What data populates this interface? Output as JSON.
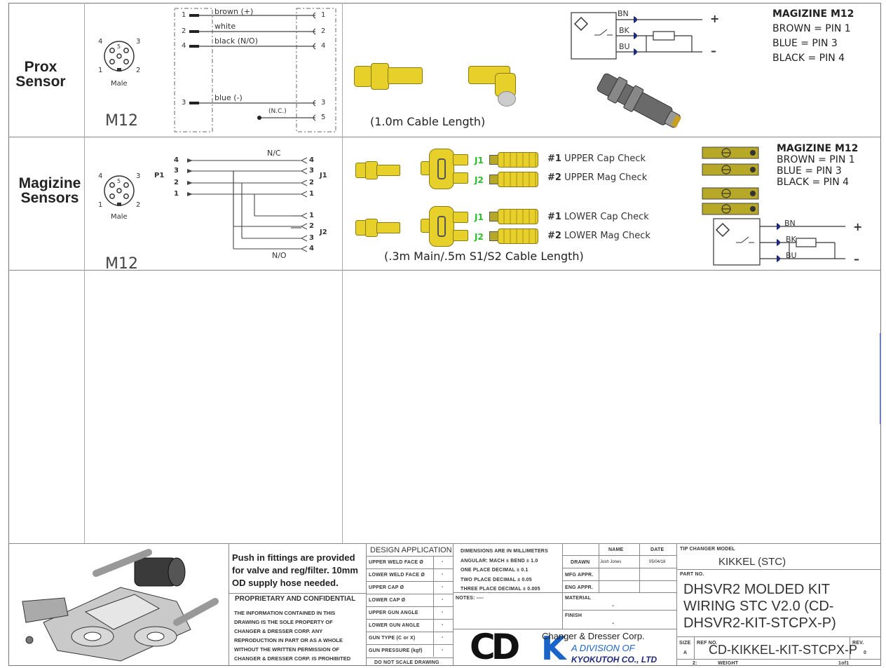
{
  "rows": {
    "prox": {
      "title_line1": "Prox",
      "title_line2": "Sensor",
      "connector_label": "M12",
      "male_label": "Male",
      "pin_numbers": [
        "4",
        "5",
        "3",
        "1",
        "2"
      ],
      "wires": [
        {
          "pin_left": "1",
          "name": "brown (+)",
          "pin_right": "1"
        },
        {
          "pin_left": "2",
          "name": "white",
          "pin_right": "2"
        },
        {
          "pin_left": "4",
          "name": "black   (N/O)",
          "pin_right": "4"
        },
        {
          "pin_left": "3",
          "name": "blue (-)",
          "pin_right": "3"
        },
        {
          "pin_left": "",
          "name": "(N.C.)",
          "pin_right": "5"
        }
      ],
      "cable_note": "(1.0m Cable Length)",
      "schematic": {
        "bn": "BN",
        "bk": "BK",
        "bu": "BU",
        "plus": "+",
        "minus": "–"
      },
      "legend": {
        "title": "MAGIZINE M12",
        "lines": [
          "BROWN = PIN 1",
          "BLUE = PIN 3",
          "BLACK = PIN 4"
        ]
      }
    },
    "mag": {
      "title_line1": "Magizine",
      "title_line2": "Sensors",
      "connector_label": "M12",
      "male_label": "Male",
      "pin_numbers": [
        "4",
        "5",
        "3",
        "1",
        "2"
      ],
      "p1": "P1",
      "j1": "J1",
      "j2": "J2",
      "nc": "N/C",
      "no": "N/O",
      "left_pins": [
        "4",
        "3",
        "2",
        "1"
      ],
      "j1_pins": [
        "4",
        "3",
        "2",
        "1"
      ],
      "j2_pins": [
        "1",
        "2",
        "3",
        "4"
      ],
      "checks": [
        {
          "num": "#1",
          "text": "UPPER Cap Check",
          "tag": "J1"
        },
        {
          "num": "#2",
          "text": "UPPER Mag Check",
          "tag": "J2"
        },
        {
          "num": "#1",
          "text": "LOWER Cap Check",
          "tag": "J1"
        },
        {
          "num": "#2",
          "text": "LOWER Mag Check",
          "tag": "J2"
        }
      ],
      "cable_note": "(.3m Main/.5m S1/S2 Cable Length)",
      "schematic": {
        "bn": "BN",
        "bk": "BK",
        "bu": "BU",
        "plus": "+",
        "minus": "–"
      },
      "legend": {
        "title": "MAGIZINE M12",
        "lines": [
          "BROWN = PIN 1",
          "BLUE = PIN 3",
          "BLACK = PIN 4"
        ]
      }
    }
  },
  "title_block": {
    "note_lines": [
      "Push in fittings are provided",
      "for valve and reg/filter. 10mm",
      "OD supply hose needed."
    ],
    "proprietary_title": "PROPRIETARY AND CONFIDENTIAL",
    "proprietary_lines": [
      "THE INFORMATION CONTAINED IN THIS",
      "DRAWING IS THE SOLE PROPERTY OF",
      "CHANGER & DRESSER CORP. ANY",
      "REPRODUCTION IN PART OR AS A WHOLE",
      "WITHOUT THE WRITTEN PERMISSION OF",
      "CHANGER & DRESSER CORP. IS PROHIBITED"
    ],
    "design_app_title": "DESIGN APPLICATION",
    "design_rows": [
      {
        "label": "UPPER WELD FACE Ø",
        "value": "-"
      },
      {
        "label": "LOWER WELD FACE Ø",
        "value": "-"
      },
      {
        "label": "UPPER CAP Ø",
        "value": "-"
      },
      {
        "label": "LOWER CAP Ø",
        "value": "-"
      },
      {
        "label": "UPPER GUN ANGLE",
        "value": "-"
      },
      {
        "label": "LOWER GUN ANGLE",
        "value": "-"
      },
      {
        "label": "GUN TYPE (C or X)",
        "value": "-"
      },
      {
        "label": "GUN PRESSURE (kgf)",
        "value": "-"
      }
    ],
    "do_not_scale": "DO NOT SCALE DRAWING",
    "dims_lines": [
      "DIMENSIONS ARE IN MILLIMETERS",
      "ANGULAR: MACH ± BEND ± 1.0",
      "ONE PLACE DECIMAL ± 0.1",
      "TWO PLACE DECIMAL ± 0.05",
      "THREE PLACE DECIMAL ± 0.005"
    ],
    "notes_label": "NOTES: ----",
    "name_hdr": "NAME",
    "date_hdr": "DATE",
    "drawn_label": "DRAWN",
    "drawn_name": "Josh Jones",
    "drawn_date": "05/04/18",
    "mfg_label": "MFG APPR.",
    "eng_label": "ENG APPR.",
    "material_label": "MATERIAL",
    "material_value": "-",
    "finish_label": "FINISH",
    "finish_value": "-",
    "model_label": "TIP CHANGER MODEL",
    "model_value": "KIKKEL (STC)",
    "part_label": "PART NO.",
    "part_lines": [
      "DHSVR2 MOLDED KIT",
      "WIRING STC V2.0 (CD-",
      "DHSVR2-KIT-STCPX-P)"
    ],
    "size_label": "SIZE",
    "size_value": "A",
    "ref_label": "REF NO.",
    "ref_value": "CD-KIKKEL-KIT-STCPX-P",
    "rev_label": "REV.",
    "rev_value": "0",
    "scale_value": "2:",
    "weight_label": "WEIGHT",
    "sheet_value": "1of1",
    "company_line1": "Changer & Dresser Corp.",
    "company_line2": "A DIVISION OF",
    "company_line3": "KYOKUTOH CO., LTD",
    "logo_text": "CD",
    "logo_k": "K",
    "colors": {
      "yellow": "#e8d02a",
      "green": "#2bbf2b",
      "navy": "#1e2a7a",
      "kblue": "#1a63c8"
    }
  }
}
